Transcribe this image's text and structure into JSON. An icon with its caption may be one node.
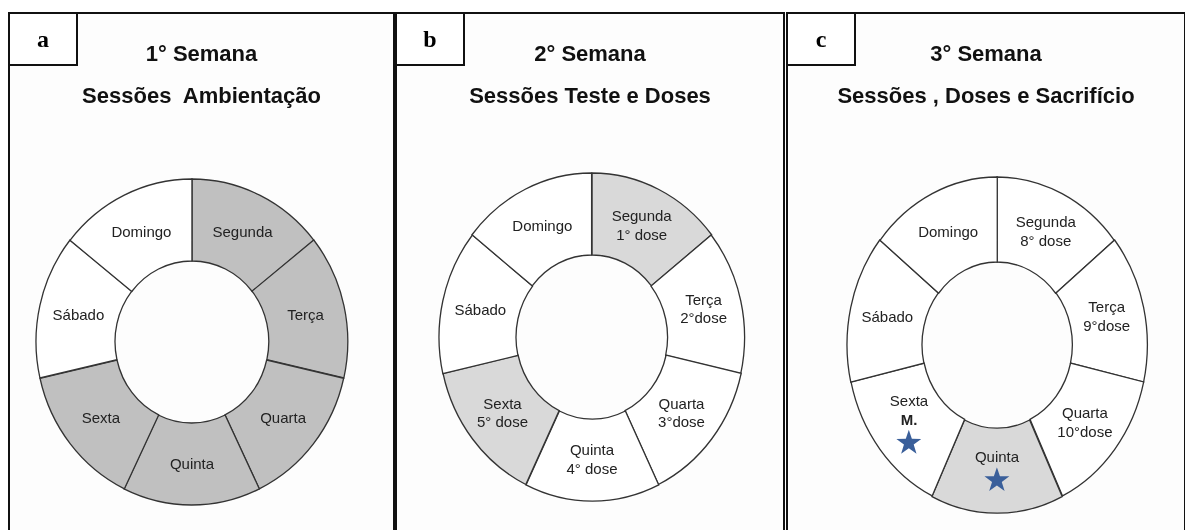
{
  "diagram": {
    "nodes": [
      {
        "text": [
          "1° Semana",
          "Sessões  Ambientação"
        ]
      },
      {
        "text": [
          "a"
        ],
        "in": 0
      },
      {
        "text": [
          "Segunda"
        ],
        "in": 0
      },
      {
        "text": [
          "Terça"
        ],
        "in": 0
      },
      {
        "text": [
          "Quarta"
        ],
        "in": 0
      },
      {
        "text": [
          "Quinta"
        ],
        "in": 0
      },
      {
        "text": [
          "Sexta"
        ],
        "in": 0
      },
      {
        "text": [
          "Sábado"
        ],
        "in": 0
      },
      {
        "text": [
          "Domingo"
        ],
        "in": 0
      },
      {
        "text": [
          "2° Semana",
          "Sessões Teste e Doses"
        ]
      },
      {
        "text": [
          "b"
        ],
        "in": 9
      },
      {
        "text": [
          "Segunda",
          "1° dose"
        ],
        "in": 9
      },
      {
        "text": [
          "Terça",
          "2°dose"
        ],
        "in": 9
      },
      {
        "text": [
          "Quarta",
          "3°dose"
        ],
        "in": 9
      },
      {
        "text": [
          "Quinta",
          "4° dose"
        ],
        "in": 9
      },
      {
        "text": [
          "Sexta",
          "5° dose"
        ],
        "in": 9
      },
      {
        "text": [
          "Sábado"
        ],
        "in": 9
      },
      {
        "text": [
          "Domingo"
        ],
        "in": 9
      },
      {
        "text": [
          "3° Semana",
          "Sessões , Doses e Sacrifício"
        ]
      },
      {
        "text": [
          "c"
        ],
        "in": 18
      },
      {
        "text": [
          "Segunda",
          "8° dose"
        ],
        "in": 18
      },
      {
        "text": [
          "Terça",
          "9°dose"
        ],
        "in": 18
      },
      {
        "text": [
          "Quarta",
          "10°dose"
        ],
        "in": 18
      },
      {
        "text": [
          "Quinta"
        ],
        "in": 18
      },
      {
        "text": [
          "Sexta",
          "M."
        ],
        "in": 18
      },
      {
        "text": [
          "Sábado"
        ],
        "in": 18
      },
      {
        "text": [
          "Domingo"
        ],
        "in": 18
      }
    ]
  }
}
